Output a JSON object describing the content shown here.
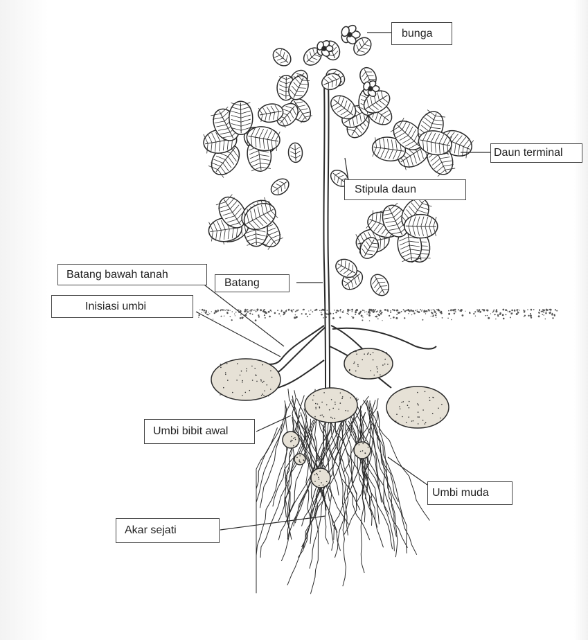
{
  "diagram": {
    "labels": {
      "bunga": "bunga",
      "daun_terminal": "Daun terminal",
      "stipula_daun": "Stipula daun",
      "batang_bawah_tanah": "Batang bawah tanah",
      "batang": "Batang",
      "inisiasi_umbi": "Inisiasi umbi",
      "umbi_bibit_awal": "Umbi bibit awal",
      "umbi_muda": "Umbi muda",
      "akar_sejati": "Akar sejati"
    }
  },
  "colors": {
    "line": "#2a2a2a",
    "label_border": "#444444",
    "tuber_fill": "#e6e1d6",
    "soil": "#555555",
    "background": "#ffffff",
    "side_shade": "#f2f2f2"
  }
}
